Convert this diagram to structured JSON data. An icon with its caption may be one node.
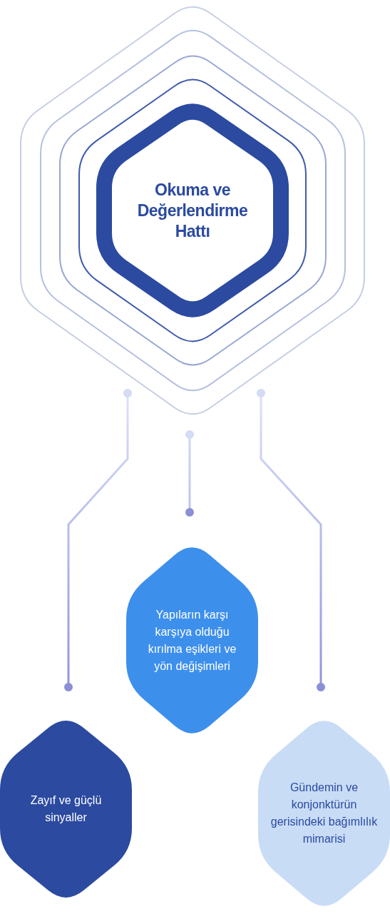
{
  "diagram": {
    "nodes": [
      {
        "text": [
          "Okuma ve Değerlendirme Hattı"
        ]
      },
      {
        "text": [
          "Zayıf ve güçlü sinyaller"
        ]
      },
      {
        "text": [
          "Yapıların karşı karşıya olduğu kırılma eşikleri ve yön değişimleri"
        ]
      },
      {
        "text": [
          "Gündemin ve konjonktürün gerisindeki bağımlılık mimarisi"
        ]
      }
    ],
    "edges": [
      {
        "from": 0,
        "to": 1,
        "arrow": "other"
      },
      {
        "from": 0,
        "to": 2,
        "arrow": "other"
      },
      {
        "from": 0,
        "to": 3,
        "arrow": "other"
      }
    ]
  }
}
